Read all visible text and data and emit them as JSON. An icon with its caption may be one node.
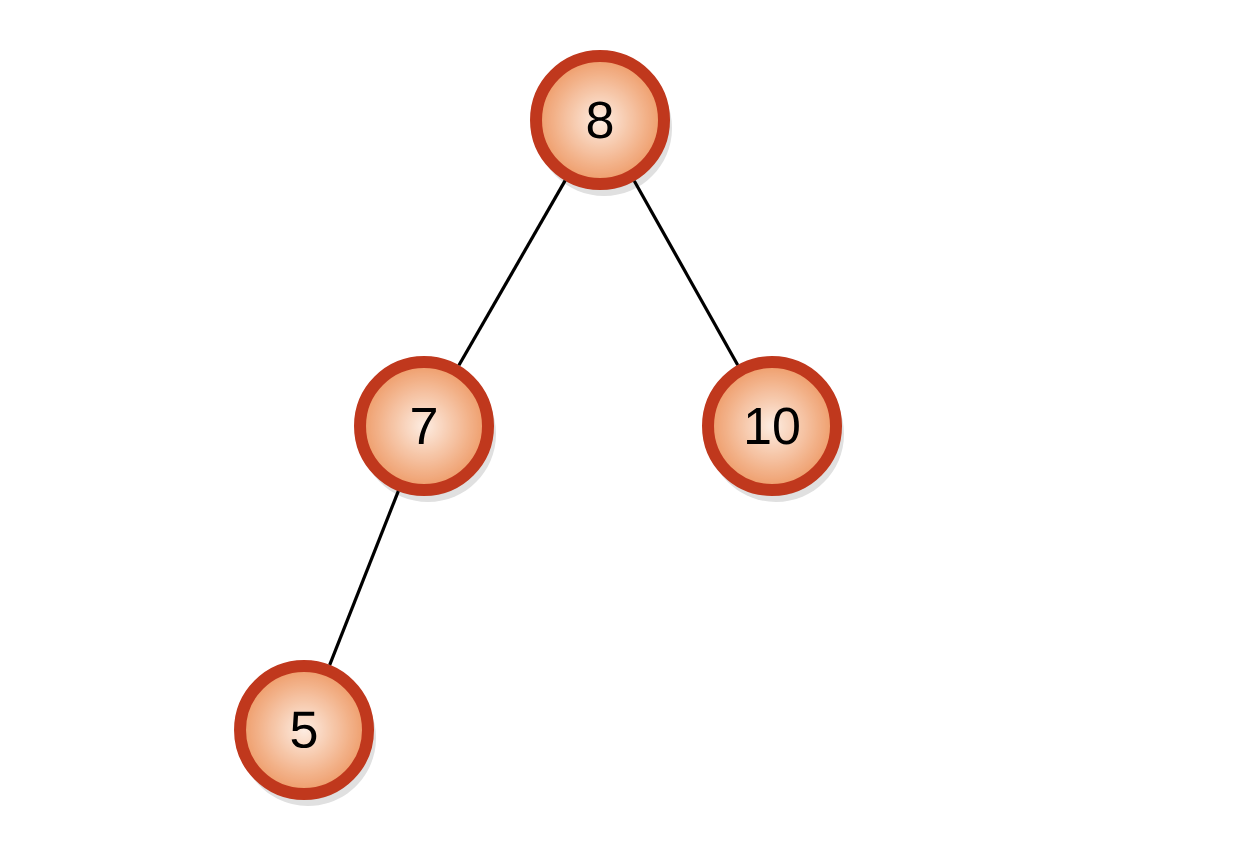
{
  "diagram": {
    "nodes": [
      {
        "text": [
          "8"
        ]
      },
      {
        "text": [
          "7"
        ]
      },
      {
        "text": [
          "10"
        ]
      },
      {
        "text": [
          "5"
        ]
      }
    ],
    "edges": [
      {
        "from": 0,
        "to": 1,
        "arrow": "none"
      },
      {
        "from": 0,
        "to": 2,
        "arrow": "none"
      },
      {
        "from": 1,
        "to": 3,
        "arrow": "none"
      }
    ]
  }
}
